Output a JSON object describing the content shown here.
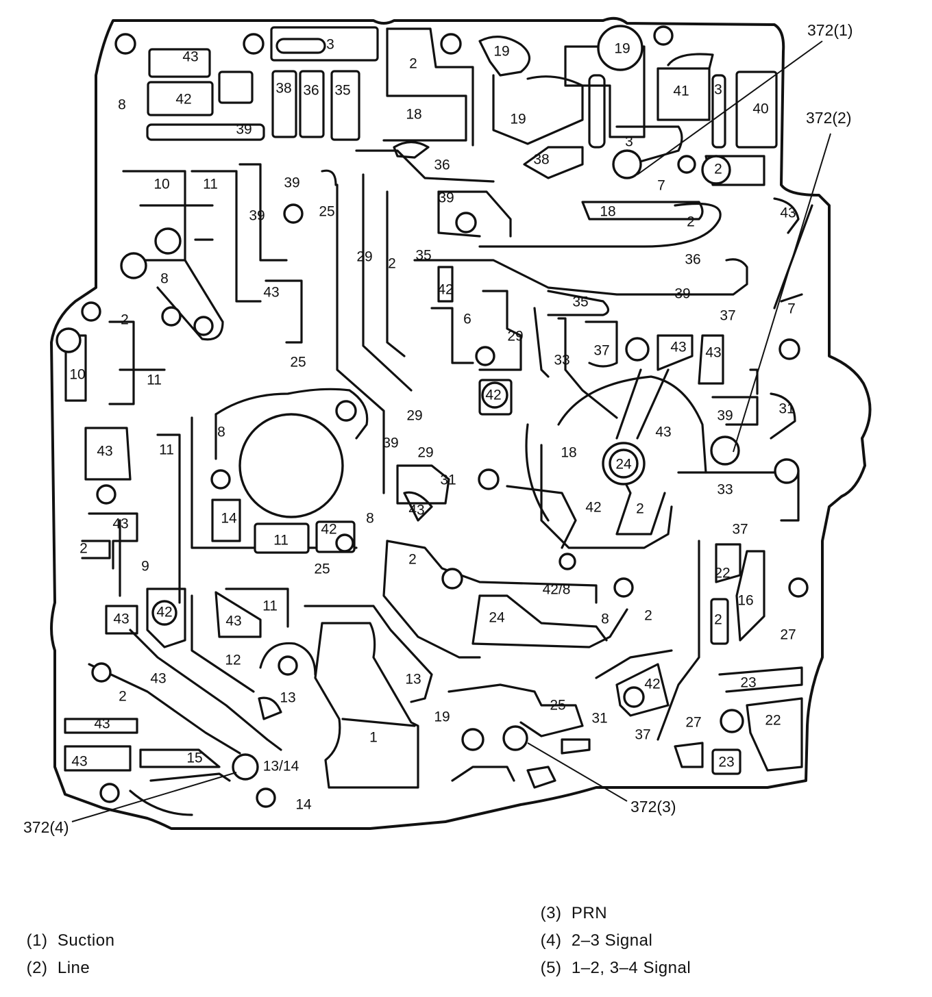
{
  "passage_labels": [
    {
      "id": "p1",
      "text": "43"
    },
    {
      "id": "p2",
      "text": "3"
    },
    {
      "id": "p3",
      "text": "2"
    },
    {
      "id": "p4",
      "text": "19"
    },
    {
      "id": "p5",
      "text": "19"
    },
    {
      "id": "p6",
      "text": "8"
    },
    {
      "id": "p7",
      "text": "42"
    },
    {
      "id": "p8",
      "text": "38"
    },
    {
      "id": "p9",
      "text": "36"
    },
    {
      "id": "p10",
      "text": "35"
    },
    {
      "id": "p11",
      "text": "18"
    },
    {
      "id": "p12",
      "text": "19"
    },
    {
      "id": "p13",
      "text": "41"
    },
    {
      "id": "p14",
      "text": "3"
    },
    {
      "id": "p15",
      "text": "40"
    },
    {
      "id": "p16",
      "text": "39"
    },
    {
      "id": "p17",
      "text": "3"
    },
    {
      "id": "p18",
      "text": "38"
    },
    {
      "id": "p19",
      "text": "36"
    },
    {
      "id": "p20",
      "text": "2"
    },
    {
      "id": "p21",
      "text": "7"
    },
    {
      "id": "p22",
      "text": "10"
    },
    {
      "id": "p23",
      "text": "11"
    },
    {
      "id": "p24",
      "text": "39"
    },
    {
      "id": "p25",
      "text": "25"
    },
    {
      "id": "p26",
      "text": "39"
    },
    {
      "id": "p27",
      "text": "39"
    },
    {
      "id": "p28",
      "text": "18"
    },
    {
      "id": "p29",
      "text": "2"
    },
    {
      "id": "p30",
      "text": "43"
    },
    {
      "id": "p31",
      "text": "8"
    },
    {
      "id": "p32",
      "text": "29"
    },
    {
      "id": "p33",
      "text": "2"
    },
    {
      "id": "p34",
      "text": "35"
    },
    {
      "id": "p35",
      "text": "36"
    },
    {
      "id": "p36",
      "text": "42"
    },
    {
      "id": "p37",
      "text": "39"
    },
    {
      "id": "p38",
      "text": "43"
    },
    {
      "id": "p39",
      "text": "35"
    },
    {
      "id": "p40",
      "text": "7"
    },
    {
      "id": "p41",
      "text": "2"
    },
    {
      "id": "p42",
      "text": "6"
    },
    {
      "id": "p43",
      "text": "29"
    },
    {
      "id": "p44",
      "text": "37"
    },
    {
      "id": "p45",
      "text": "10"
    },
    {
      "id": "p46",
      "text": "11"
    },
    {
      "id": "p47",
      "text": "25"
    },
    {
      "id": "p48",
      "text": "33"
    },
    {
      "id": "p49",
      "text": "37"
    },
    {
      "id": "p50",
      "text": "43"
    },
    {
      "id": "p51",
      "text": "43"
    },
    {
      "id": "p52",
      "text": "42"
    },
    {
      "id": "p53",
      "text": "29"
    },
    {
      "id": "p54",
      "text": "39"
    },
    {
      "id": "p55",
      "text": "31"
    },
    {
      "id": "p56",
      "text": "8"
    },
    {
      "id": "p57",
      "text": "11"
    },
    {
      "id": "p58",
      "text": "43"
    },
    {
      "id": "p59",
      "text": "39"
    },
    {
      "id": "p60",
      "text": "29"
    },
    {
      "id": "p61",
      "text": "18"
    },
    {
      "id": "p62",
      "text": "43"
    },
    {
      "id": "p63",
      "text": "24"
    },
    {
      "id": "p64",
      "text": "31"
    },
    {
      "id": "p65",
      "text": "33"
    },
    {
      "id": "p66",
      "text": "14"
    },
    {
      "id": "p67",
      "text": "43"
    },
    {
      "id": "p68",
      "text": "42"
    },
    {
      "id": "p69",
      "text": "2"
    },
    {
      "id": "p70",
      "text": "43"
    },
    {
      "id": "p71",
      "text": "8"
    },
    {
      "id": "p72",
      "text": "11"
    },
    {
      "id": "p73",
      "text": "42"
    },
    {
      "id": "p74",
      "text": "2"
    },
    {
      "id": "p75",
      "text": "37"
    },
    {
      "id": "p76",
      "text": "9"
    },
    {
      "id": "p77",
      "text": "25"
    },
    {
      "id": "p78",
      "text": "2"
    },
    {
      "id": "p79",
      "text": "22"
    },
    {
      "id": "p80",
      "text": "42/8"
    },
    {
      "id": "p81",
      "text": "16"
    },
    {
      "id": "p82",
      "text": "43"
    },
    {
      "id": "p83",
      "text": "42"
    },
    {
      "id": "p84",
      "text": "43"
    },
    {
      "id": "p85",
      "text": "11"
    },
    {
      "id": "p86",
      "text": "24"
    },
    {
      "id": "p87",
      "text": "8"
    },
    {
      "id": "p88",
      "text": "2"
    },
    {
      "id": "p89",
      "text": "2"
    },
    {
      "id": "p90",
      "text": "27"
    },
    {
      "id": "p91",
      "text": "12"
    },
    {
      "id": "p92",
      "text": "43"
    },
    {
      "id": "p93",
      "text": "13"
    },
    {
      "id": "p94",
      "text": "2"
    },
    {
      "id": "p95",
      "text": "13"
    },
    {
      "id": "p96",
      "text": "42"
    },
    {
      "id": "p97",
      "text": "23"
    },
    {
      "id": "p98",
      "text": "25"
    },
    {
      "id": "p99",
      "text": "43"
    },
    {
      "id": "p100",
      "text": "1"
    },
    {
      "id": "p101",
      "text": "19"
    },
    {
      "id": "p102",
      "text": "31"
    },
    {
      "id": "p103",
      "text": "27"
    },
    {
      "id": "p104",
      "text": "22"
    },
    {
      "id": "p105",
      "text": "37"
    },
    {
      "id": "p106",
      "text": "43"
    },
    {
      "id": "p107",
      "text": "15"
    },
    {
      "id": "p108",
      "text": "13/14"
    },
    {
      "id": "p109",
      "text": "23"
    },
    {
      "id": "p110",
      "text": "14"
    }
  ],
  "callouts": [
    {
      "id": "c1",
      "text": "372(1)"
    },
    {
      "id": "c2",
      "text": "372(2)"
    },
    {
      "id": "c3",
      "text": "372(3)"
    },
    {
      "id": "c4",
      "text": "372(4)"
    }
  ],
  "legend": [
    {
      "num": "(1)",
      "text": "Suction"
    },
    {
      "num": "(2)",
      "text": "Line"
    },
    {
      "num": "(3)",
      "text": "PRN"
    },
    {
      "num": "(4)",
      "text": "2–3 Signal"
    },
    {
      "num": "(5)",
      "text": "1–2, 3–4 Signal"
    }
  ]
}
